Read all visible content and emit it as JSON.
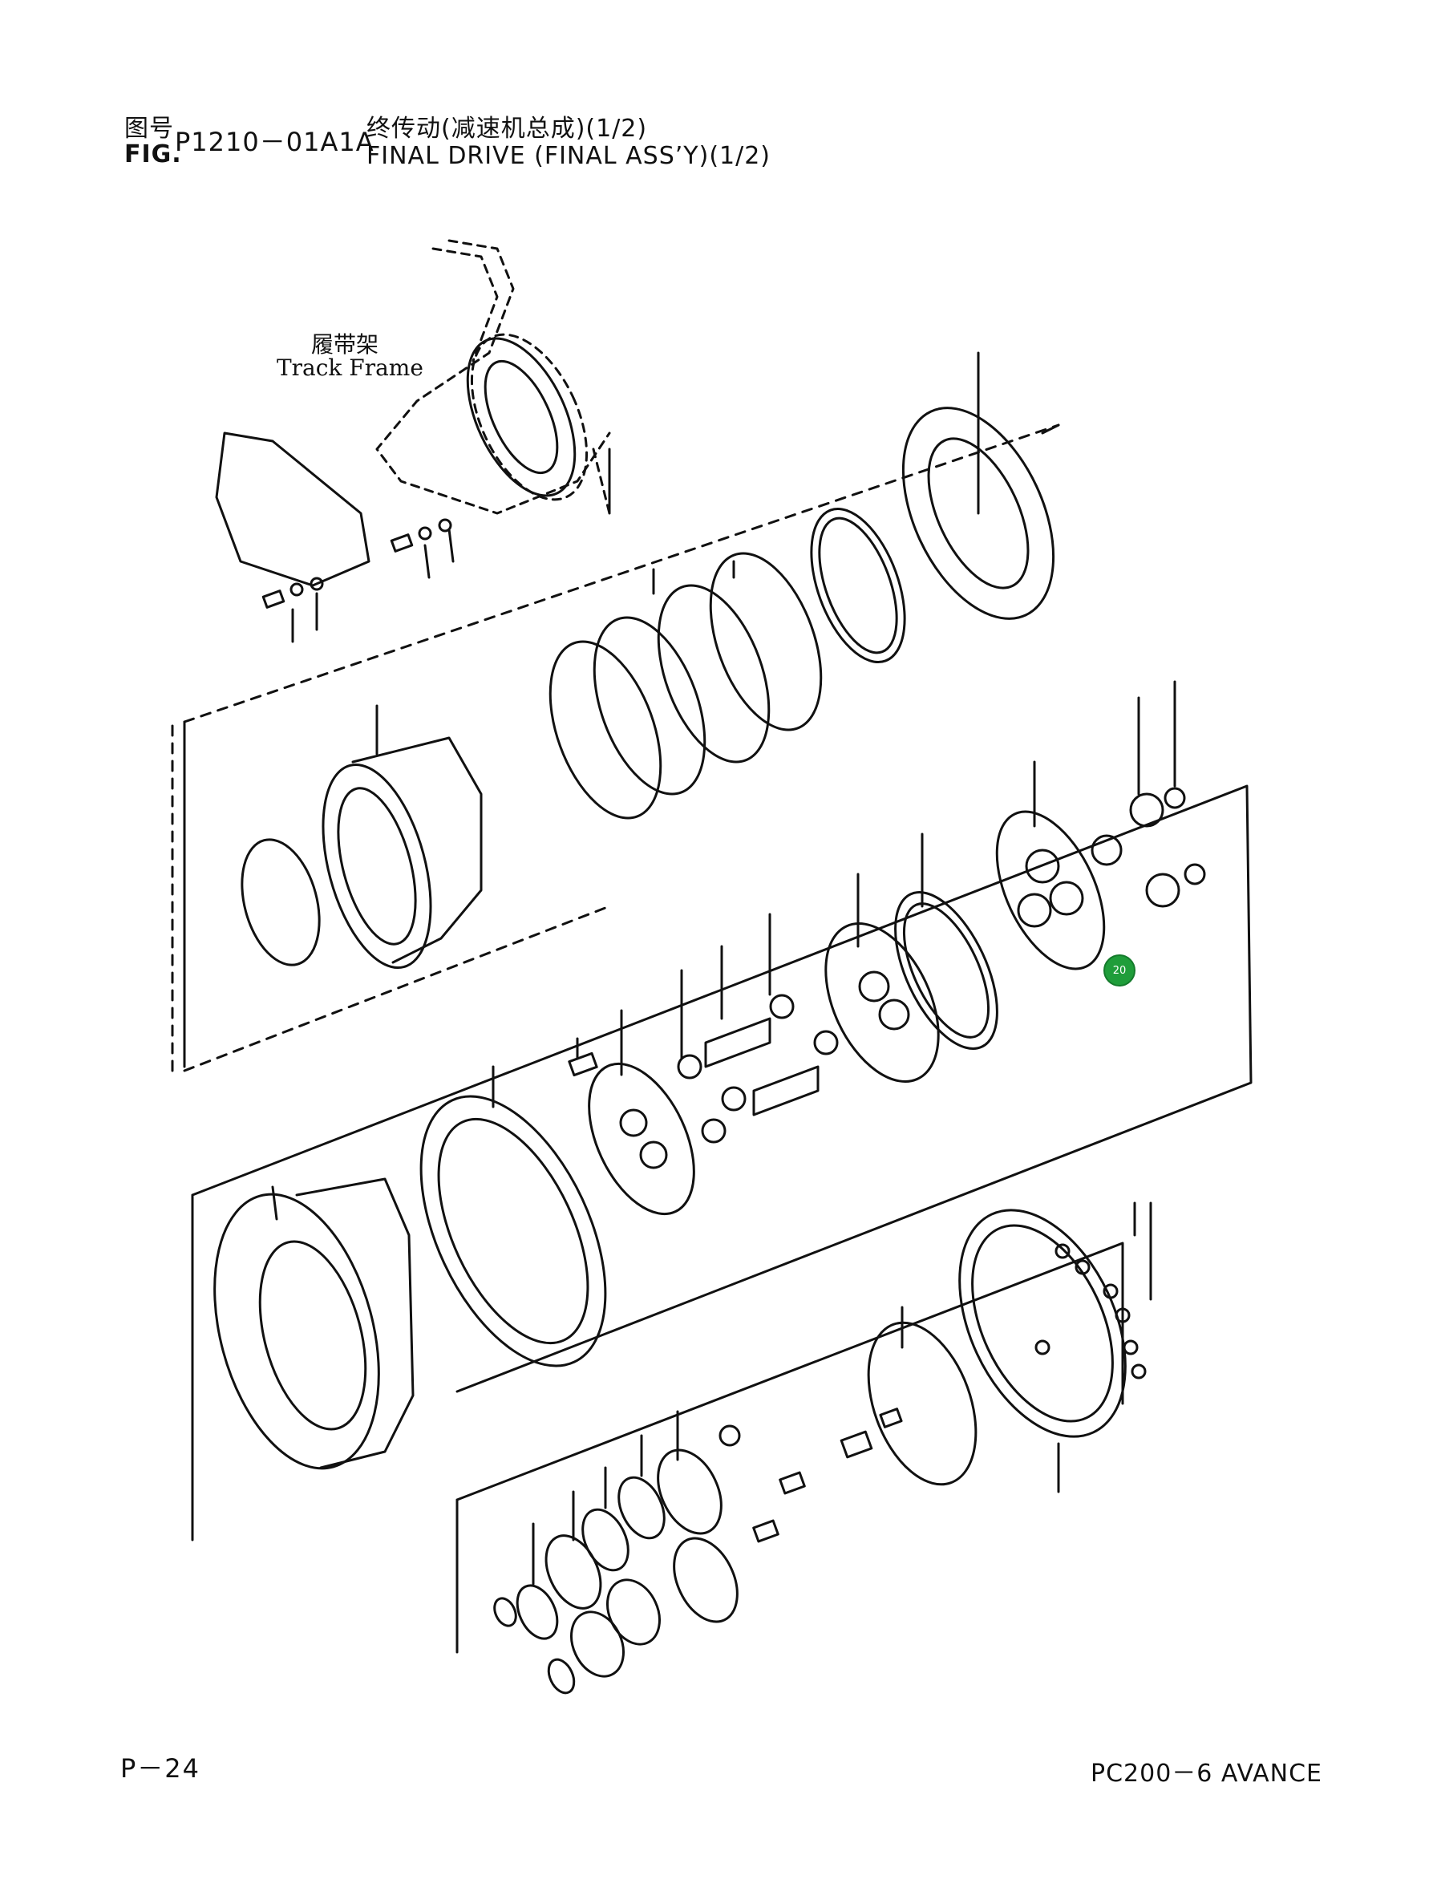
{
  "header": {
    "fig_cn": "图号",
    "fig_en": "FIG.",
    "fig_number": "P1210－01A1A",
    "title_cn": "终传动(减速机总成)(1/2)",
    "title_en": "FINAL DRIVE (FINAL ASS’Y)(1/2)"
  },
  "diagram": {
    "track_frame_cn": "履带架",
    "track_frame_en": "Track Frame",
    "marker_label": "20",
    "marker_color": "#1f9d3a"
  },
  "footer": {
    "page": "P－24",
    "model": "PC200－6 AVANCE"
  }
}
